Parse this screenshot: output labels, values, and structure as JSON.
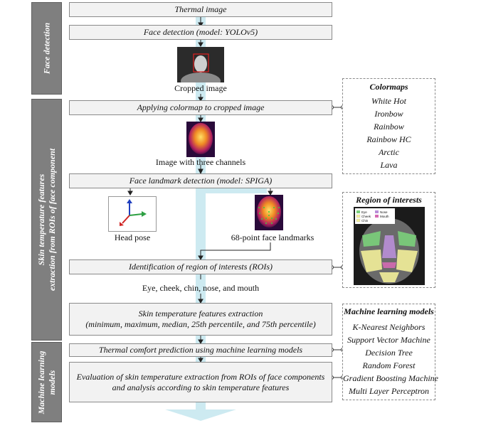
{
  "stages": {
    "face_detection": "Face detection",
    "skin_temperature": [
      "Skin temperature features",
      "extraction from ROIs of face component"
    ],
    "machine_learning": [
      "Machine learning",
      "models"
    ]
  },
  "steps": {
    "thermal_image": "Thermal image",
    "face_detection": "Face detection (model: YOLOv5)",
    "cropped_image": "Cropped image",
    "apply_colormap": "Applying colormap to cropped image",
    "three_channels": "Image with three channels",
    "landmark_detection": "Face landmark detection (model: SPIGA)",
    "head_pose": "Head pose",
    "face_landmarks": "68-point face landmarks",
    "identify_roi": "Identification of region of interests (ROIs)",
    "roi_list": "Eye, cheek, chin, nose, and mouth",
    "feature_extraction_line1": "Skin temperature features extraction",
    "feature_extraction_line2": "(minimum, maximum, median, 25th percentile, and 75th percentile)",
    "comfort_prediction": "Thermal comfort prediction using machine learning models",
    "evaluation_line1": "Evaluation of skin temperature extraction from ROIs of face components",
    "evaluation_line2": "and analysis according to skin temperature features"
  },
  "colormaps": {
    "title": "Colormaps",
    "items": [
      "White Hot",
      "Ironbow",
      "Rainbow",
      "Rainbow HC",
      "Arctic",
      "Lava"
    ]
  },
  "roi_panel": {
    "title": "Region of interests",
    "legend": [
      "Eye",
      "Cheek",
      "Chin",
      "Nose",
      "Mouth"
    ]
  },
  "ml_models": {
    "title": "Machine learning models",
    "items": [
      "K-Nearest Neighbors",
      "Support Vector Machine",
      "Decision Tree",
      "Random Forest",
      "Gradient Boosting Machine",
      "Multi Layer Perceptron"
    ]
  },
  "colors": {
    "stage_fill": "#7f7f7f",
    "box_fill": "#f2f2f2",
    "flow_band": "#cdeaf1",
    "eye": "#7bd07b",
    "cheek": "#f3ef9a",
    "chin": "#f3ef9a",
    "nose": "#b98fd8",
    "mouth": "#d46ab2"
  }
}
